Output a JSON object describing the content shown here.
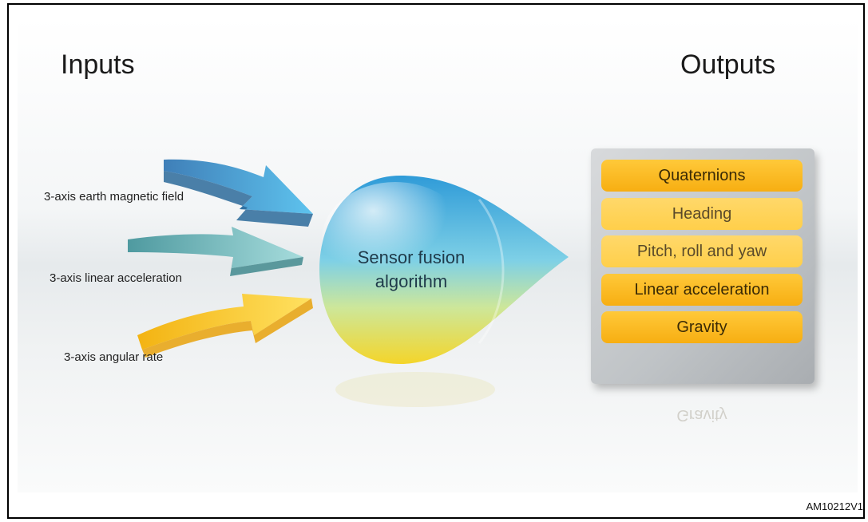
{
  "titles": {
    "inputs": "Inputs",
    "outputs": "Outputs"
  },
  "inputs": [
    {
      "label": "3-axis earth magnetic field",
      "color": "#3aa3d8"
    },
    {
      "label": "3-axis linear acceleration",
      "color": "#7cc4c8"
    },
    {
      "label": "3-axis angular rate",
      "color": "#f6c21c"
    }
  ],
  "center": {
    "line1": "Sensor fusion",
    "line2": "algorithm"
  },
  "outputs": [
    {
      "label": "Quaternions"
    },
    {
      "label": "Heading"
    },
    {
      "label": "Pitch, roll and yaw"
    },
    {
      "label": "Linear acceleration"
    },
    {
      "label": "Gravity"
    }
  ],
  "figure_id": "AM10212V1",
  "colors": {
    "accent_orange": "#f7ae12",
    "panel_gray": "#bfc3c6",
    "sphere_blue": "#3aa3d8",
    "sphere_yellow": "#f3e13a"
  }
}
